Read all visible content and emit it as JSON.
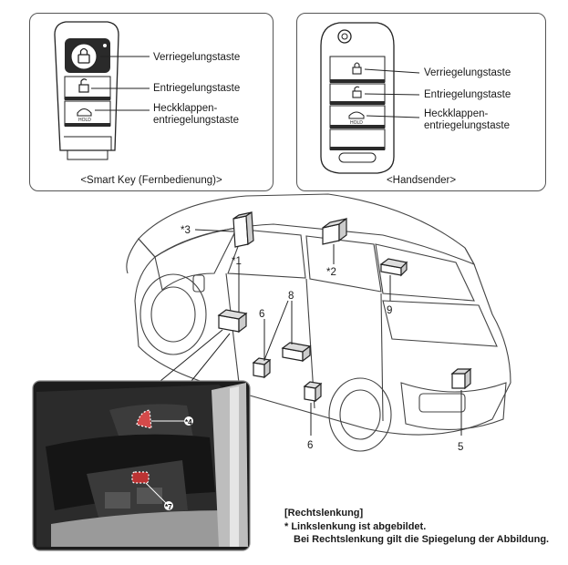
{
  "smart_key": {
    "lock_label": "Verriegelungstaste",
    "unlock_label": "Entriegelungstaste",
    "tailgate_label_1": "Heckklappen-",
    "tailgate_label_2": "entriegelungstaste",
    "hold_text": "HOLD",
    "caption": "<Smart Key (Fernbedienung)>"
  },
  "transmitter": {
    "lock_label": "Verriegelungstaste",
    "unlock_label": "Entriegelungstaste",
    "tailgate_label_1": "Heckklappen-",
    "tailgate_label_2": "entriegelungstaste",
    "hold_text": "HOLD",
    "caption": "<Handsender>"
  },
  "callouts": {
    "c3": "*3",
    "c1": "*1",
    "c2": "*2",
    "c9": "9",
    "c8": "8",
    "c6a": "6",
    "c6b": "6",
    "c5": "5",
    "c4": "*4",
    "c7": "*7"
  },
  "note": {
    "title": "[Rechtslenkung]",
    "line1": "* Linkslenkung ist abgebildet.",
    "line2": "Bei Rechtslenkung gilt die Spiegelung der Abbildung."
  }
}
